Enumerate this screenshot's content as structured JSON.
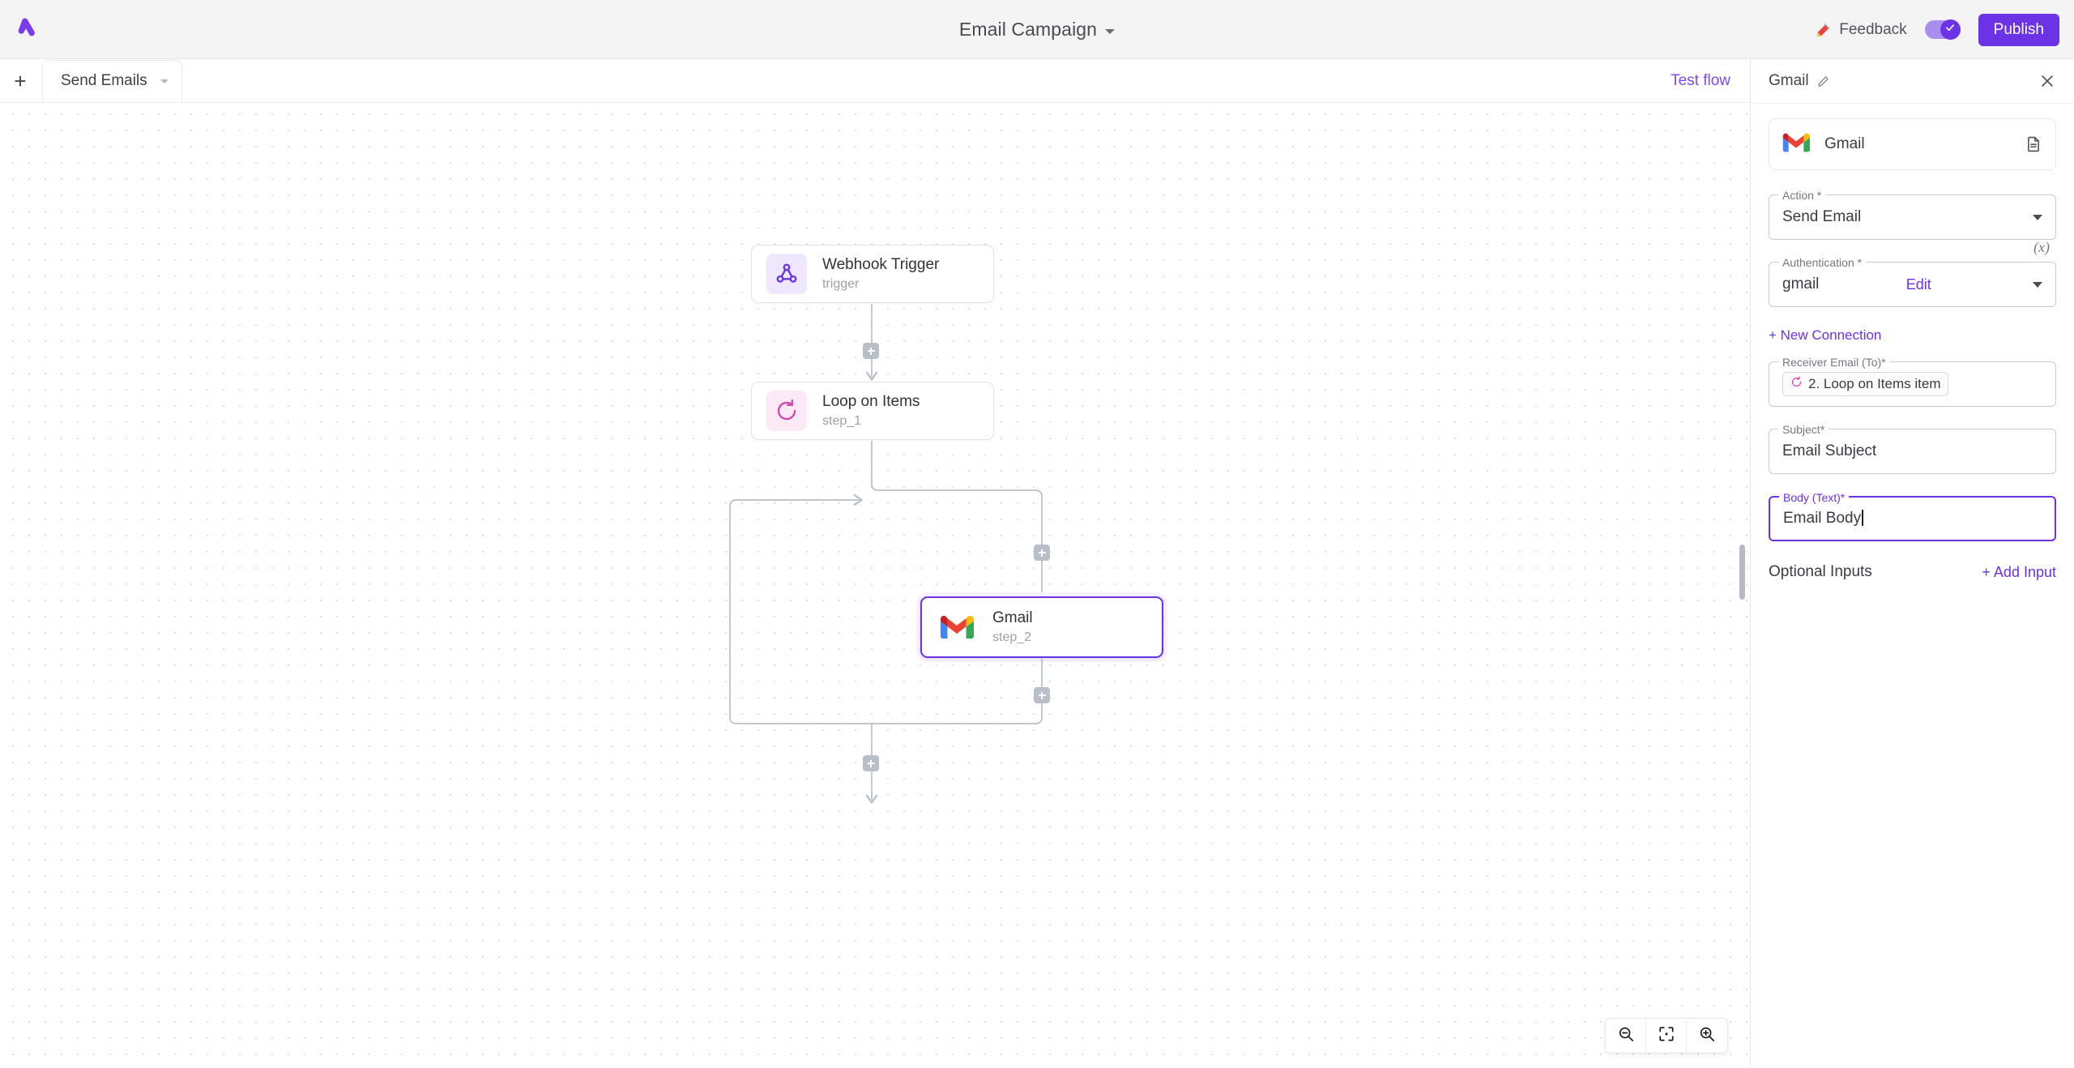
{
  "app": {
    "logo_icon": "activepieces-logo",
    "accent_color": "#6c32e6",
    "canvas_bg": "#ffffff",
    "dot_color": "#dcdce2"
  },
  "topbar": {
    "flow_title": "Email Campaign",
    "title_caret_icon": "chevron-down-icon",
    "feedback_label": "Feedback",
    "feedback_icon": "megaphone-icon",
    "enable_toggle": {
      "state": "on",
      "icon": "check-icon"
    },
    "publish_label": "Publish"
  },
  "tabbar": {
    "add_tab_label": "+",
    "tabs": [
      {
        "label": "Send Emails",
        "active": true,
        "caret_icon": "chevron-down-icon"
      }
    ],
    "test_flow_label": "Test flow"
  },
  "canvas": {
    "nodes": [
      {
        "id": "trigger",
        "title": "Webhook Trigger",
        "subtitle": "trigger",
        "icon": "webhook-icon",
        "selected": false
      },
      {
        "id": "step_1",
        "title": "Loop on Items",
        "subtitle": "step_1",
        "icon": "loop-icon",
        "selected": false
      },
      {
        "id": "step_2",
        "title": "Gmail",
        "subtitle": "step_2",
        "icon": "gmail-icon",
        "selected": true
      }
    ],
    "add_step_buttons": 4,
    "zoom_controls": [
      {
        "name": "zoom-out",
        "icon": "zoom-out-icon"
      },
      {
        "name": "fit-view",
        "icon": "fit-view-icon"
      },
      {
        "name": "zoom-in",
        "icon": "zoom-in-icon"
      }
    ]
  },
  "panel": {
    "title": "Gmail",
    "edit_title_icon": "pencil-icon",
    "close_icon": "close-icon",
    "piece": {
      "name": "Gmail",
      "icon": "gmail-icon",
      "docs_icon": "document-icon"
    },
    "fields": [
      {
        "key": "action",
        "label": "Action *",
        "value": "Send Email",
        "type": "select",
        "focused": false,
        "caret_icon": "chevron-down-icon"
      },
      {
        "key": "authentication",
        "label": "Authentication *",
        "value": "gmail",
        "type": "select",
        "focused": false,
        "edit_label": "Edit",
        "variable_icon": "(x)",
        "caret_icon": "chevron-down-icon"
      },
      {
        "key": "receiver_email",
        "label": "Receiver Email (To)*",
        "type": "chip",
        "focused": false,
        "chip": {
          "text": "2. Loop on Items item",
          "icon": "loop-icon",
          "icon_color": "#d946b0"
        }
      },
      {
        "key": "subject",
        "label": "Subject*",
        "value": "Email Subject",
        "type": "text",
        "focused": false
      },
      {
        "key": "body_text",
        "label": "Body (Text)*",
        "value": "Email Body",
        "type": "text",
        "focused": true
      }
    ],
    "new_connection_label": "+ New Connection",
    "optional_inputs_label": "Optional Inputs",
    "add_input_label": "+ Add Input"
  }
}
